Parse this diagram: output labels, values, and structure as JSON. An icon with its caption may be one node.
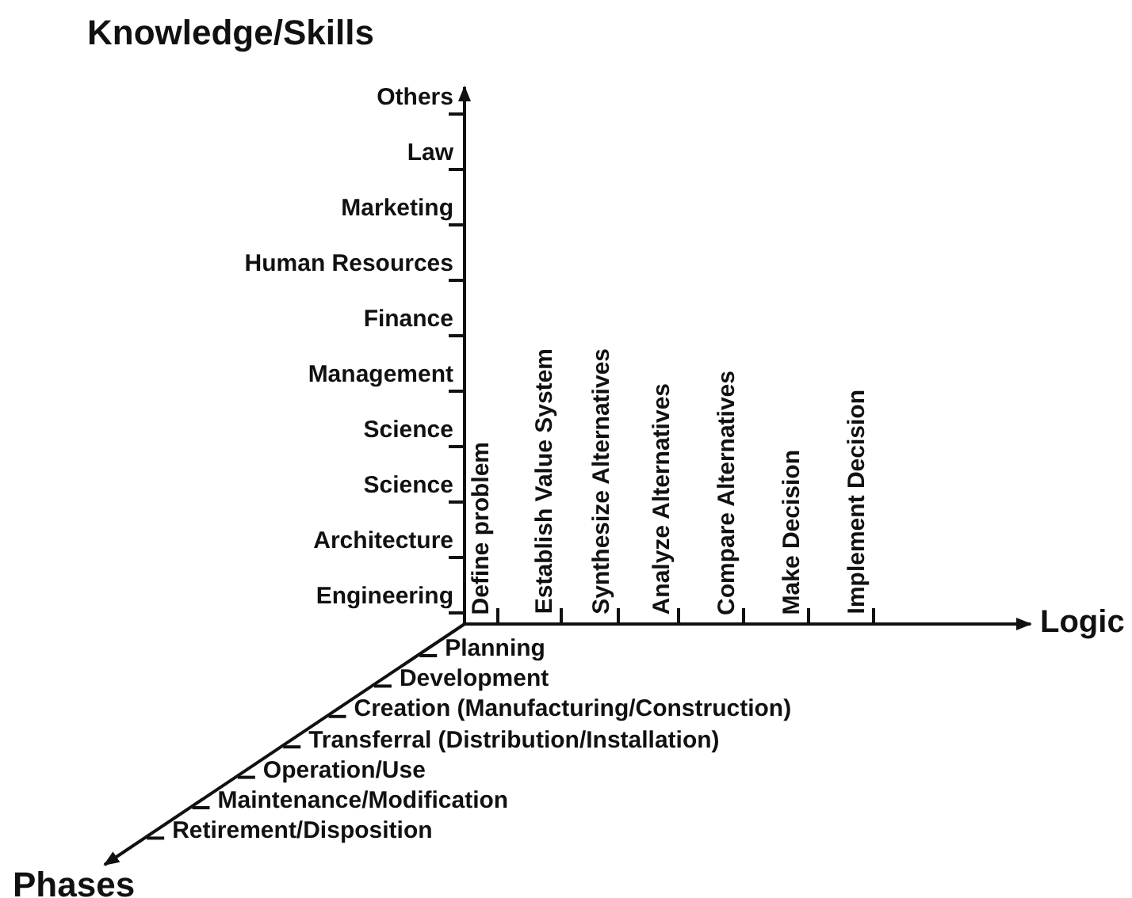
{
  "diagram": {
    "labels": [
      "Knowledge/Skills",
      "Others",
      "Law",
      "Marketing",
      "Human Resources",
      "Finance",
      "Management",
      "Science",
      "Science",
      "Architecture",
      "Engineering",
      "Define problem",
      "Establish Value System",
      "Synthesize Alternatives",
      "Analyze Alternatives",
      "Compare Alternatives",
      "Make Decision",
      "Implement Decision",
      "Logic",
      "Planning",
      "Development",
      "Creation (Manufacturing/Construction)",
      "Transferral (Distribution/Installation)",
      "Operation/Use",
      "Maintenance/Modification",
      "Retirement/Disposition",
      "Phases"
    ]
  }
}
